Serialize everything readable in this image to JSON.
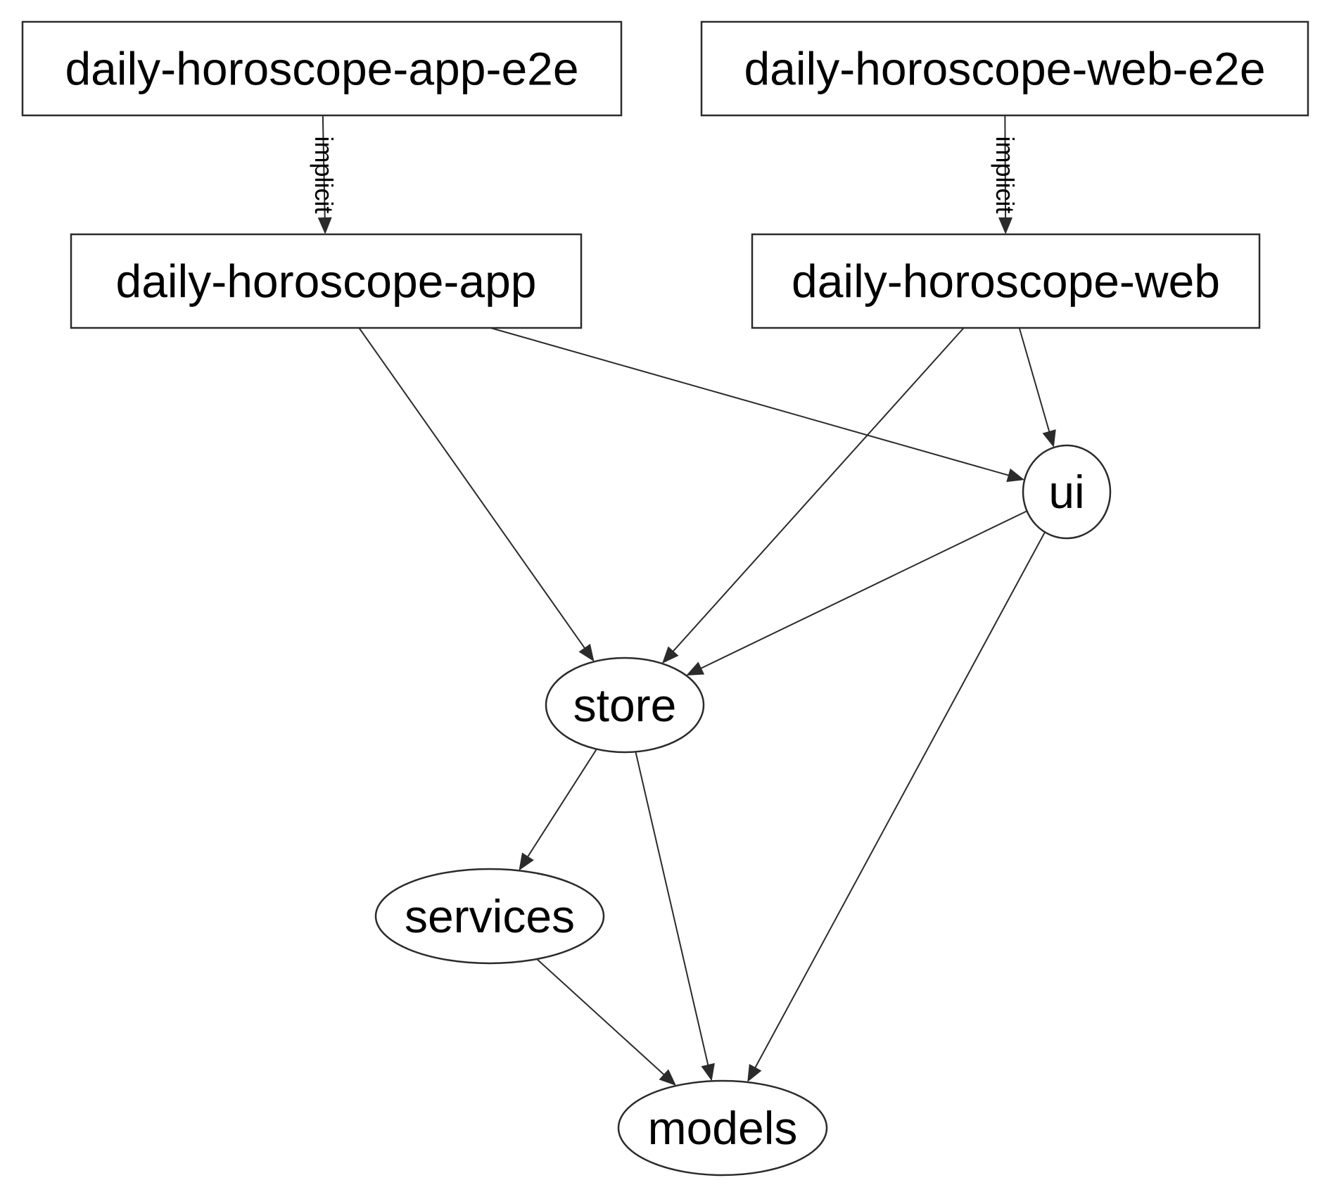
{
  "diagram": {
    "type": "dependency-graph",
    "background": "#ffffff",
    "colors": {
      "node_border": "#2b2b2b",
      "edge": "#2b2b2b",
      "text": "#000000"
    },
    "nodes": [
      {
        "id": "daily-horoscope-app-e2e",
        "label": "daily-horoscope-app-e2e",
        "shape": "rect"
      },
      {
        "id": "daily-horoscope-web-e2e",
        "label": "daily-horoscope-web-e2e",
        "shape": "rect"
      },
      {
        "id": "daily-horoscope-app",
        "label": "daily-horoscope-app",
        "shape": "rect"
      },
      {
        "id": "daily-horoscope-web",
        "label": "daily-horoscope-web",
        "shape": "rect"
      },
      {
        "id": "ui",
        "label": "ui",
        "shape": "ellipse"
      },
      {
        "id": "store",
        "label": "store",
        "shape": "ellipse"
      },
      {
        "id": "services",
        "label": "services",
        "shape": "ellipse"
      },
      {
        "id": "models",
        "label": "models",
        "shape": "ellipse"
      }
    ],
    "edges": [
      {
        "from": "daily-horoscope-app-e2e",
        "to": "daily-horoscope-app",
        "label": "implicit"
      },
      {
        "from": "daily-horoscope-web-e2e",
        "to": "daily-horoscope-web",
        "label": "implicit"
      },
      {
        "from": "daily-horoscope-app",
        "to": "store"
      },
      {
        "from": "daily-horoscope-app",
        "to": "ui"
      },
      {
        "from": "daily-horoscope-web",
        "to": "store"
      },
      {
        "from": "daily-horoscope-web",
        "to": "ui"
      },
      {
        "from": "ui",
        "to": "store"
      },
      {
        "from": "ui",
        "to": "models"
      },
      {
        "from": "store",
        "to": "services"
      },
      {
        "from": "store",
        "to": "models"
      },
      {
        "from": "services",
        "to": "models"
      }
    ]
  }
}
